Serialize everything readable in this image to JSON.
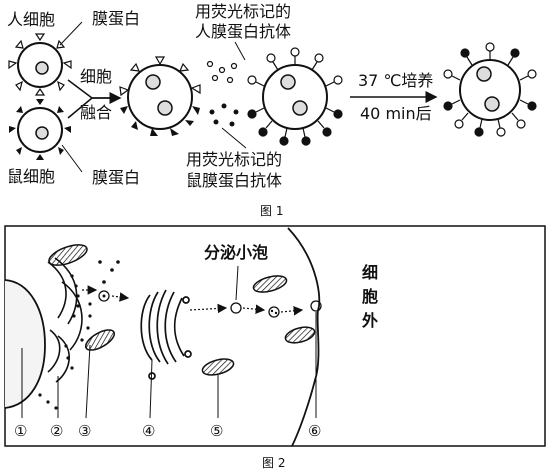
{
  "figure1": {
    "caption": "图 1",
    "human_cell_label": "人细胞",
    "mouse_cell_label": "鼠细胞",
    "membrane_protein_top": "膜蛋白",
    "membrane_protein_bottom": "膜蛋白",
    "fusion_line1": "细胞",
    "fusion_line2": "融合",
    "human_antibody_line1": "用荧光标记的",
    "human_antibody_line2": "人膜蛋白抗体",
    "mouse_antibody_line1": "用荧光标记的",
    "mouse_antibody_line2": "鼠膜蛋白抗体",
    "incubation_line1": "37 ℃培养",
    "incubation_line2": "40 min后"
  },
  "figure2": {
    "caption": "图 2",
    "vesicle_label": "分泌小泡",
    "outside_label_chars": [
      "细",
      "胞",
      "外"
    ],
    "markers": [
      "①",
      "②",
      "③",
      "④",
      "⑤",
      "⑥"
    ]
  }
}
